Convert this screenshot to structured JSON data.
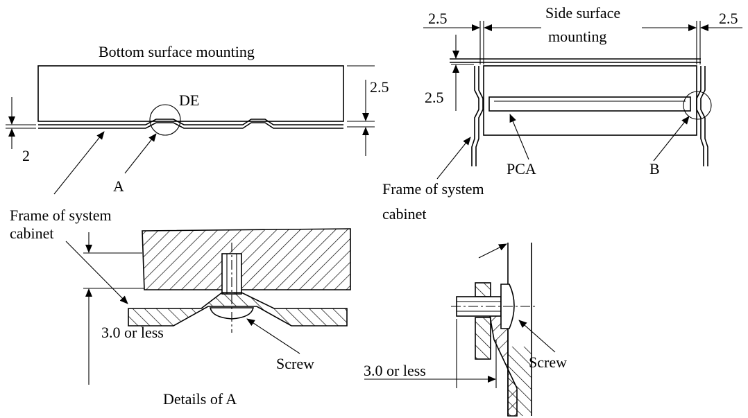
{
  "labels": {
    "bottom_title": "Bottom surface mounting",
    "side_title_line1": "Side surface",
    "side_title_line2": "mounting",
    "de": "DE",
    "a": "A",
    "b": "B",
    "pca": "PCA",
    "frame_left_line1": "Frame of system",
    "frame_left_line2": "cabinet",
    "frame_right_line1": "Frame of system",
    "frame_right_line2": "cabinet",
    "screw_left": "Screw",
    "screw_right": "Screw",
    "details_a": "Details of A",
    "limit_left": "3.0 or less",
    "limit_right": "3.0 or less"
  },
  "dimensions": {
    "bottom_height": "2.5",
    "bottom_clearance": "2",
    "side_top_left": "2.5",
    "side_top_right": "2.5",
    "side_left_height": "2.5"
  },
  "colors": {
    "ink": "#000000",
    "paper": "#ffffff"
  }
}
